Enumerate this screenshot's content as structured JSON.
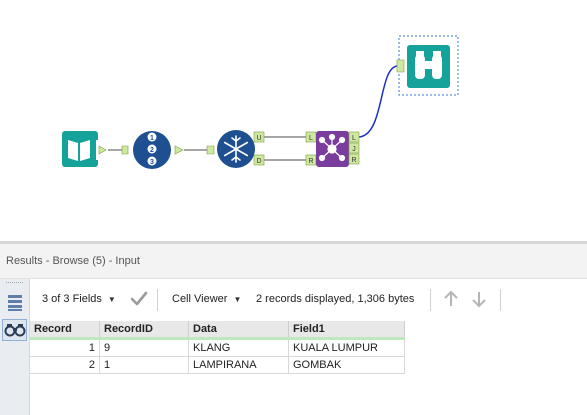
{
  "workflow": {
    "nodes": [
      {
        "id": "input",
        "icon": "book-input-icon"
      },
      {
        "id": "record-id",
        "icon": "numbered-list-icon",
        "digits": [
          "1",
          "2",
          "3"
        ]
      },
      {
        "id": "unique",
        "icon": "snowflake-icon",
        "ports": [
          "U",
          "D"
        ]
      },
      {
        "id": "join",
        "icon": "join-nodes-icon",
        "in_ports": [
          "L",
          "R"
        ],
        "out_ports": [
          "L",
          "J",
          "R"
        ]
      },
      {
        "id": "browse",
        "icon": "binoculars-icon"
      }
    ],
    "colors": {
      "teal": "#15a29a",
      "navy": "#1d4f91",
      "purple": "#7a3d9e",
      "port_green": "#cfe8a0",
      "wire": "#888888",
      "wire_selected": "#1b2ec7"
    }
  },
  "results": {
    "title": "Results - Browse (5) - Input",
    "toolbar": {
      "fields": "3 of 3 Fields",
      "viewer": "Cell Viewer",
      "summary": "2 records displayed, 1,306 bytes"
    },
    "columns": [
      "Record",
      "RecordID",
      "Data",
      "Field1"
    ],
    "rows": [
      [
        "1",
        "9",
        "KLANG",
        "KUALA LUMPUR"
      ],
      [
        "2",
        "1",
        "LAMPIRANA",
        "GOMBAK"
      ]
    ]
  }
}
